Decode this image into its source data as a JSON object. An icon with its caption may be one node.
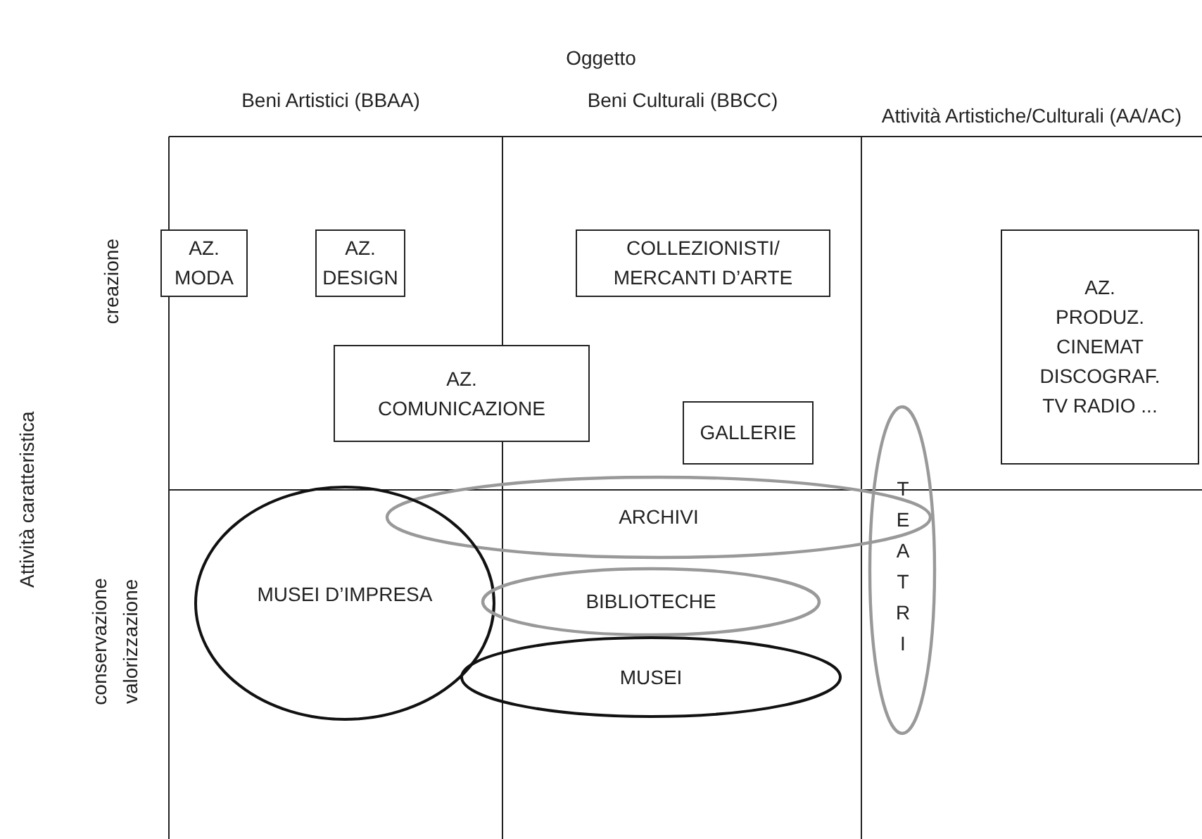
{
  "diagram": {
    "nodes": [
      {
        "text": [
          "AZ. MODA"
        ]
      },
      {
        "text": [
          "AZ. DESIGN"
        ]
      },
      {
        "text": [
          "COLLEZIONISTI/ MERCANTI D’ARTE"
        ]
      },
      {
        "text": [
          "AZ. PRODUZ. CINEMAT DISCOGRAF. TV RADIO ..."
        ]
      },
      {
        "text": [
          "AZ. COMUNICAZIONE"
        ]
      },
      {
        "text": [
          "TEATRI"
        ]
      },
      {
        "text": [
          "GALLERIE"
        ]
      },
      {
        "text": [
          "ARCHIVI"
        ]
      },
      {
        "text": [
          "MUSEI D’IMPRESA"
        ]
      },
      {
        "text": [
          "BIBLIOTECHE"
        ]
      },
      {
        "text": [
          "MUSEI"
        ]
      }
    ],
    "labels": [
      "Oggetto",
      "Beni Artistici (BBAA)",
      "Beni Culturali (BBCC)",
      "Attività Artistiche/Culturali (AA/AC)",
      "Attività caratteristica",
      "creazione",
      "conservazione valorizzazione"
    ]
  }
}
